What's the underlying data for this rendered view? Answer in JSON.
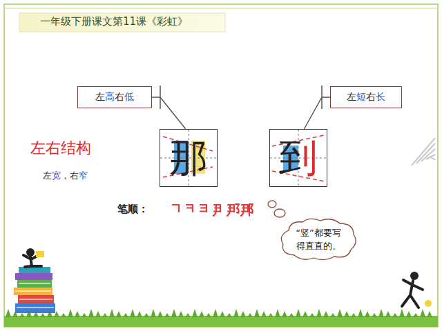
{
  "diagram": {
    "title": "一年级下册课文第11课《彩虹》",
    "nodes": [
      {
        "text": [
          "左高右低"
        ]
      },
      {
        "text": [
          "左短右长"
        ]
      },
      {
        "text": [
          "那"
        ]
      },
      {
        "text": [
          "到"
        ]
      },
      {
        "text": [
          "“竖”都要写得直直的。"
        ]
      }
    ],
    "edges": [
      {
        "from": 0,
        "to": 2,
        "arrow": "none"
      },
      {
        "from": 1,
        "to": 3,
        "arrow": "none"
      }
    ],
    "labels": [
      "左右结构",
      "左宽，右窄",
      "笔顺："
    ]
  }
}
